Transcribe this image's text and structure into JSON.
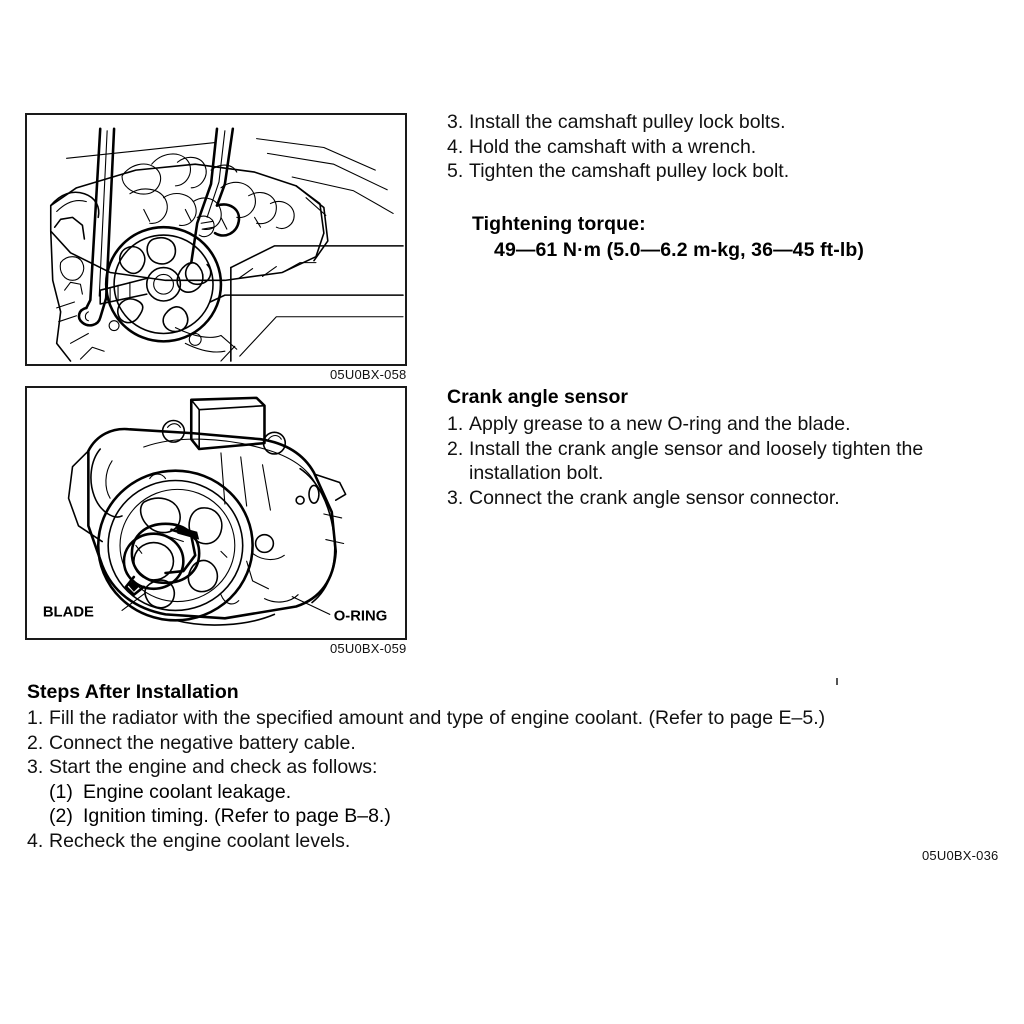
{
  "document": {
    "type": "automotive-service-manual-page",
    "page_code": "05U0BX-036"
  },
  "figures": [
    {
      "id": "figure-1",
      "caption": "05U0BX-058",
      "description": "Engine cylinder head with camshaft pulley held by two wrenches"
    },
    {
      "id": "figure-2",
      "caption": "05U0BX-059",
      "description": "Crank angle sensor assembly showing blade and O-ring",
      "labels": [
        {
          "text": "BLADE"
        },
        {
          "text": "O-RING"
        }
      ]
    }
  ],
  "procedure_top": {
    "items": [
      {
        "num": "3.",
        "text": "Install the camshaft pulley lock bolts."
      },
      {
        "num": "4.",
        "text": "Hold the camshaft with a wrench."
      },
      {
        "num": "5.",
        "text": "Tighten the camshaft pulley lock bolt."
      }
    ],
    "torque": {
      "title": "Tightening torque:",
      "value": "49—61 N·m (5.0—6.2 m-kg, 36—45 ft-lb)"
    }
  },
  "crank_angle_sensor": {
    "heading": "Crank angle sensor",
    "items": [
      {
        "num": "1.",
        "text": "Apply grease to a new O-ring and the blade."
      },
      {
        "num": "2.",
        "text": "Install the crank angle sensor and loosely tighten the installation bolt."
      },
      {
        "num": "3.",
        "text": "Connect the crank angle sensor connector."
      }
    ]
  },
  "steps_after_installation": {
    "heading": "Steps After Installation",
    "items": [
      {
        "num": "1.",
        "text": "Fill the radiator with the specified amount and type of engine coolant. (Refer to page E–5.)"
      },
      {
        "num": "2.",
        "text": "Connect the negative battery cable."
      },
      {
        "num": "3.",
        "text": "Start the engine and check as follows:"
      }
    ],
    "sub_items": [
      {
        "num": "(1)",
        "text": "Engine coolant leakage."
      },
      {
        "num": "(2)",
        "text": "Ignition timing. (Refer to page B–8.)"
      }
    ],
    "final_item": {
      "num": "4.",
      "text": "Recheck the engine coolant levels."
    }
  }
}
